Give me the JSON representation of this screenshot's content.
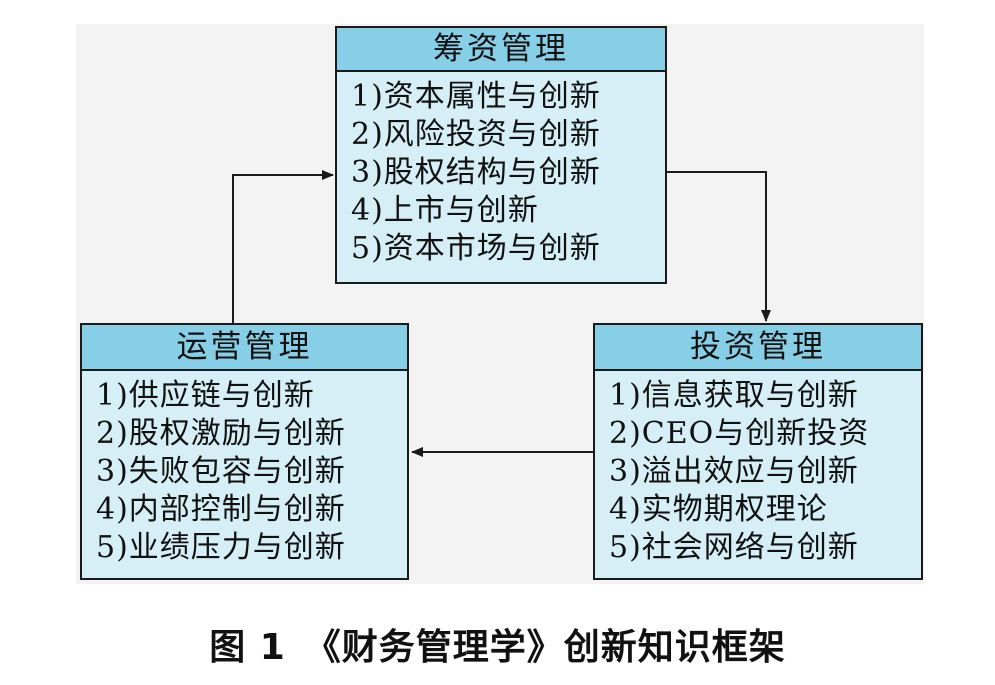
{
  "finance_box": {
    "title": "筹资管理",
    "items": [
      "1)资本属性与创新",
      "2)风险投资与创新",
      "3)股权结构与创新",
      "4)上市与创新",
      "5)资本市场与创新"
    ]
  },
  "operation_box": {
    "title": "运营管理",
    "items": [
      "1)供应链与创新",
      "2)股权激励与创新",
      "3)失败包容与创新",
      "4)内部控制与创新",
      "5)业绩压力与创新"
    ]
  },
  "investment_box": {
    "title": "投资管理",
    "items": [
      "1)信息获取与创新",
      "2)CEO与创新投资",
      "3)溢出效应与创新",
      "4)实物期权理论",
      "5)社会网络与创新"
    ]
  },
  "caption": "图 1　《财务管理学》创新知识框架",
  "colors": {
    "header_fill": "#86cfe7",
    "body_fill": "#d6eef6",
    "background": "#f3f3f3",
    "line": "#1a1a1a"
  }
}
